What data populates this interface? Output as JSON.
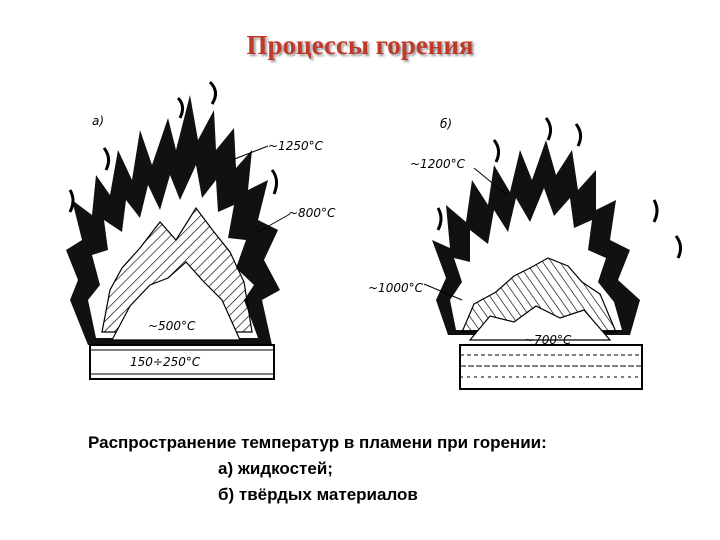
{
  "title": "Процессы горения",
  "figure": {
    "panel_a": {
      "label": "а)",
      "temps": {
        "top": "~1250°C",
        "mid": "~800°C",
        "inner": "~500°C",
        "base": "150÷250°C"
      }
    },
    "panel_b": {
      "label": "б)",
      "temps": {
        "top": "~1200°C",
        "mid": "~1000°C",
        "base": "~700°C"
      }
    }
  },
  "caption": {
    "line1": "Распространение температур в пламени при горении:",
    "line2": "а) жидкостей;",
    "line3": "б) твёрдых материалов"
  },
  "colors": {
    "title": "#c0392b",
    "ink": "#000000"
  }
}
